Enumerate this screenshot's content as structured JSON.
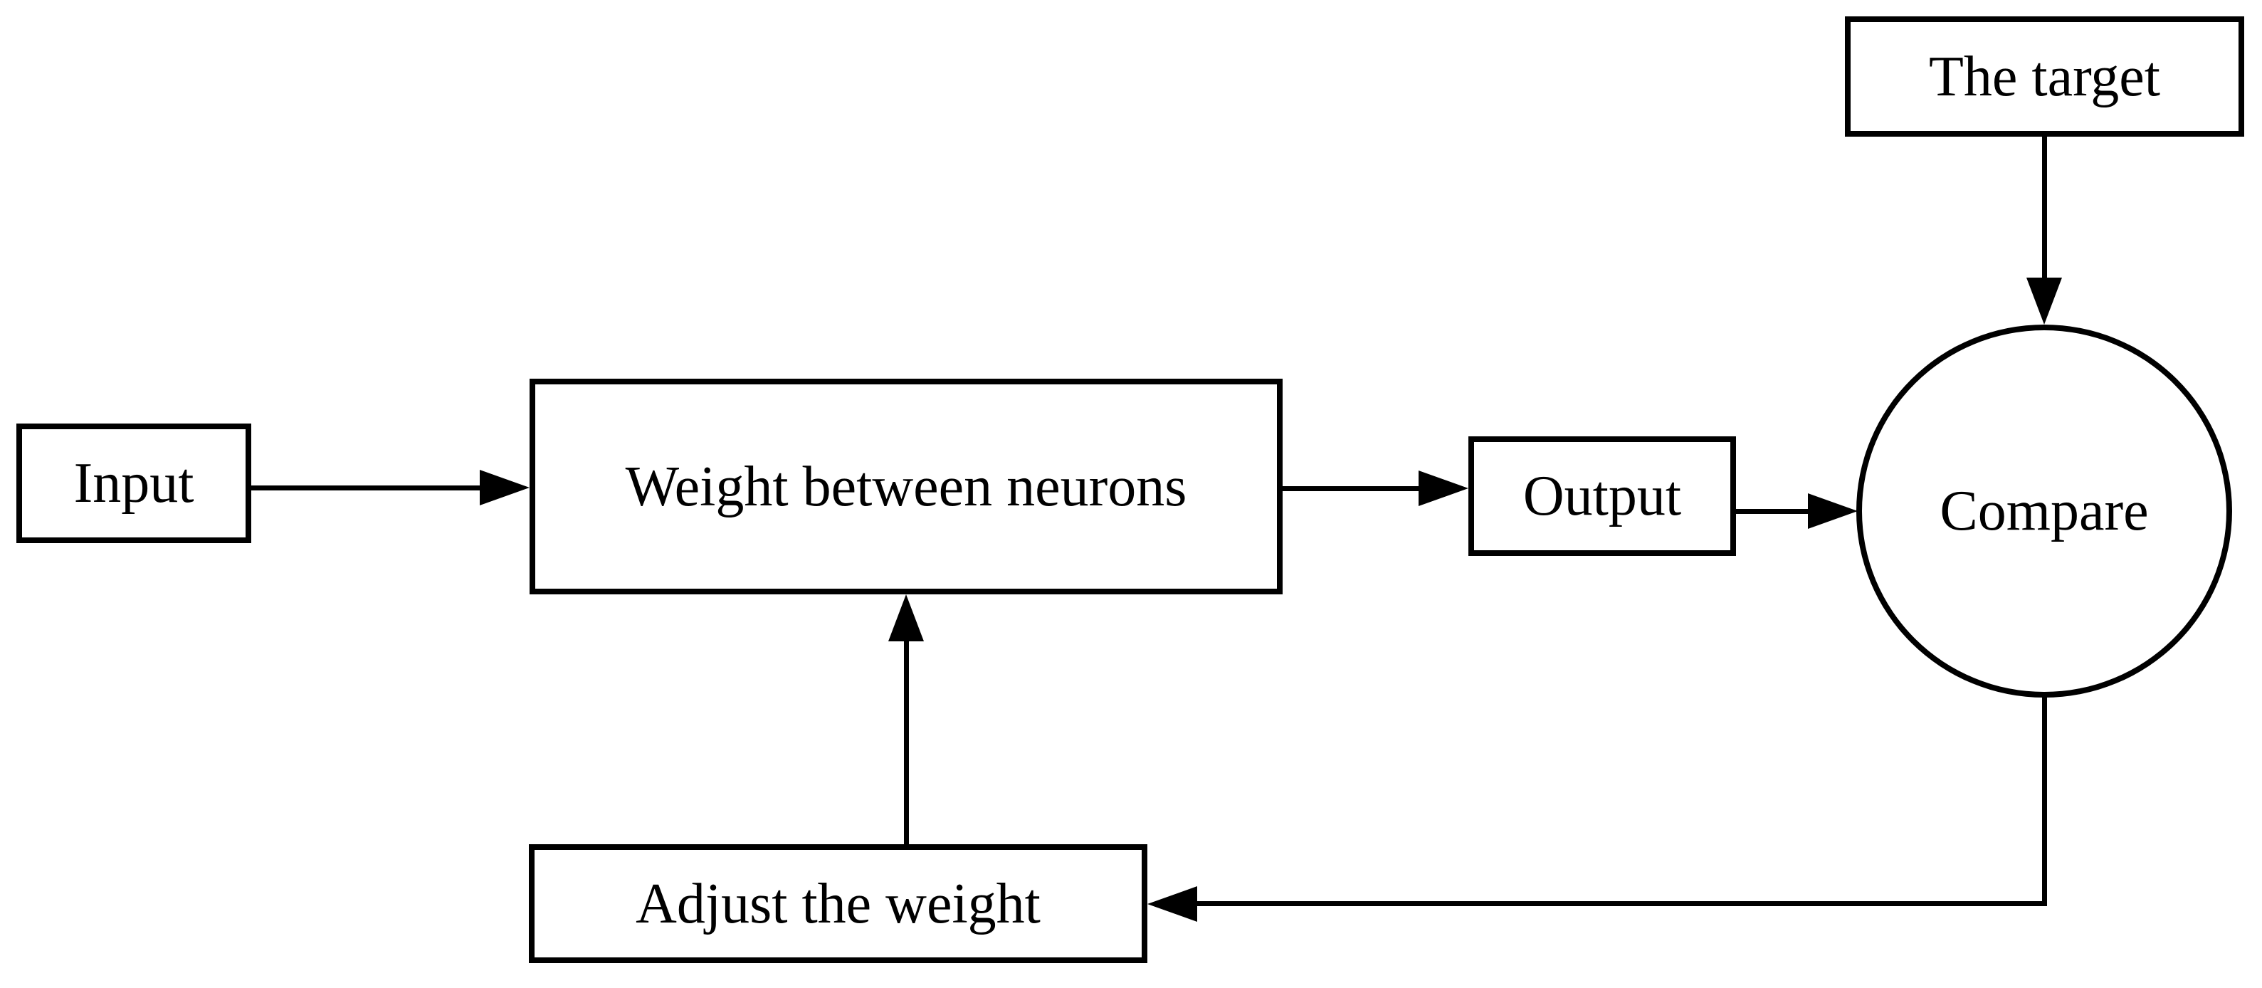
{
  "colors": {
    "stroke": "#000000",
    "background": "#ffffff"
  },
  "nodes": {
    "input": {
      "label": "Input",
      "shape": "rectangle"
    },
    "weight": {
      "label": "Weight between neurons",
      "shape": "rectangle"
    },
    "output": {
      "label": "Output",
      "shape": "rectangle"
    },
    "target": {
      "label": "The target",
      "shape": "rectangle"
    },
    "compare": {
      "label": "Compare",
      "shape": "circle"
    },
    "adjust": {
      "label": "Adjust the weight",
      "shape": "rectangle"
    }
  },
  "edges": [
    {
      "from": "input",
      "to": "weight"
    },
    {
      "from": "weight",
      "to": "output"
    },
    {
      "from": "output",
      "to": "compare"
    },
    {
      "from": "target",
      "to": "compare"
    },
    {
      "from": "compare",
      "to": "adjust"
    },
    {
      "from": "adjust",
      "to": "weight"
    }
  ]
}
